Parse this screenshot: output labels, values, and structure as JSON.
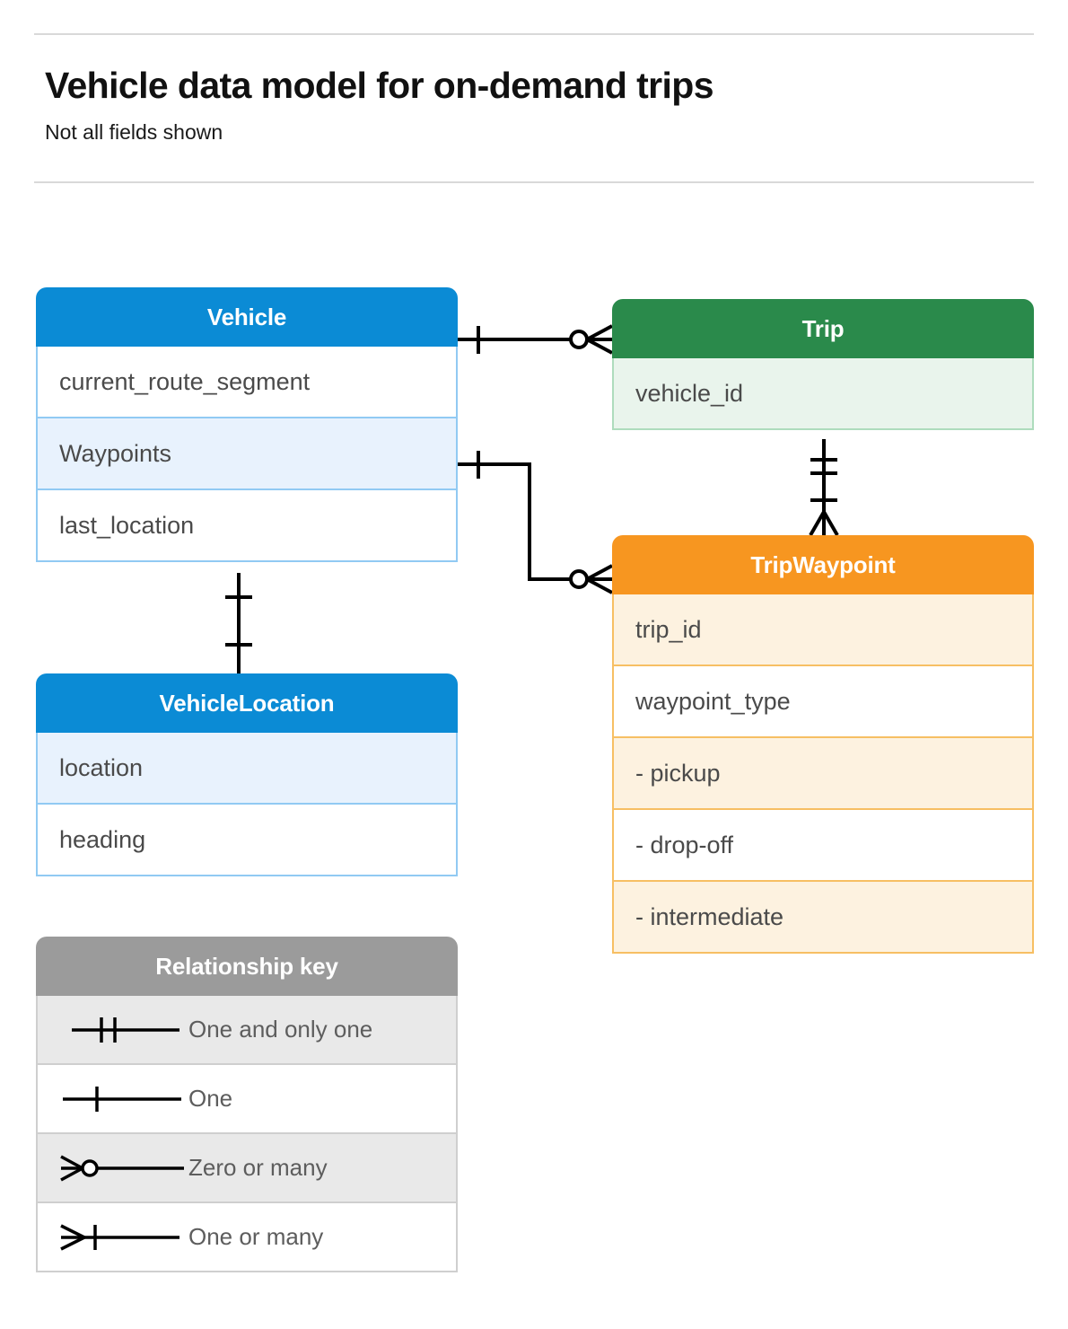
{
  "header": {
    "title": "Vehicle data model for on-demand trips",
    "subtitle": "Not all fields shown"
  },
  "colors": {
    "vehicle": "#0b8bd5",
    "trip": "#2a8a4b",
    "tripwaypoint": "#f79620",
    "legend": "#9b9b9b",
    "connector": "#000000"
  },
  "entities": {
    "vehicle": {
      "title": "Vehicle",
      "fields": [
        "current_route_segment",
        "Waypoints",
        "last_location"
      ]
    },
    "trip": {
      "title": "Trip",
      "fields": [
        "vehicle_id"
      ]
    },
    "tripwaypoint": {
      "title": "TripWaypoint",
      "fields": [
        "trip_id",
        "waypoint_type",
        " -  pickup",
        " -  drop-off",
        " -  intermediate"
      ]
    },
    "vehiclelocation": {
      "title": "VehicleLocation",
      "fields": [
        "location",
        "heading"
      ]
    }
  },
  "legend": {
    "title": "Relationship key",
    "items": [
      {
        "symbol": "one-and-only-one",
        "label": "One and only one"
      },
      {
        "symbol": "one",
        "label": "One"
      },
      {
        "symbol": "zero-or-many",
        "label": "Zero or many"
      },
      {
        "symbol": "one-or-many",
        "label": "One or many"
      }
    ]
  },
  "relationships": [
    {
      "name": "vehicle-to-trip",
      "from": "Vehicle",
      "to": "Trip",
      "from_cardinality": "one",
      "to_cardinality": "zero-or-many"
    },
    {
      "name": "vehicle-waypoints-to-tripwaypoint",
      "from": "Vehicle.Waypoints",
      "to": "TripWaypoint",
      "from_cardinality": "one",
      "to_cardinality": "zero-or-many"
    },
    {
      "name": "trip-to-tripwaypoint",
      "from": "Trip",
      "to": "TripWaypoint",
      "from_cardinality": "one-and-only-one",
      "to_cardinality": "one-or-many"
    },
    {
      "name": "vehicle-to-vehiclelocation",
      "from": "Vehicle",
      "to": "VehicleLocation",
      "from_cardinality": "one",
      "to_cardinality": "one"
    }
  ]
}
